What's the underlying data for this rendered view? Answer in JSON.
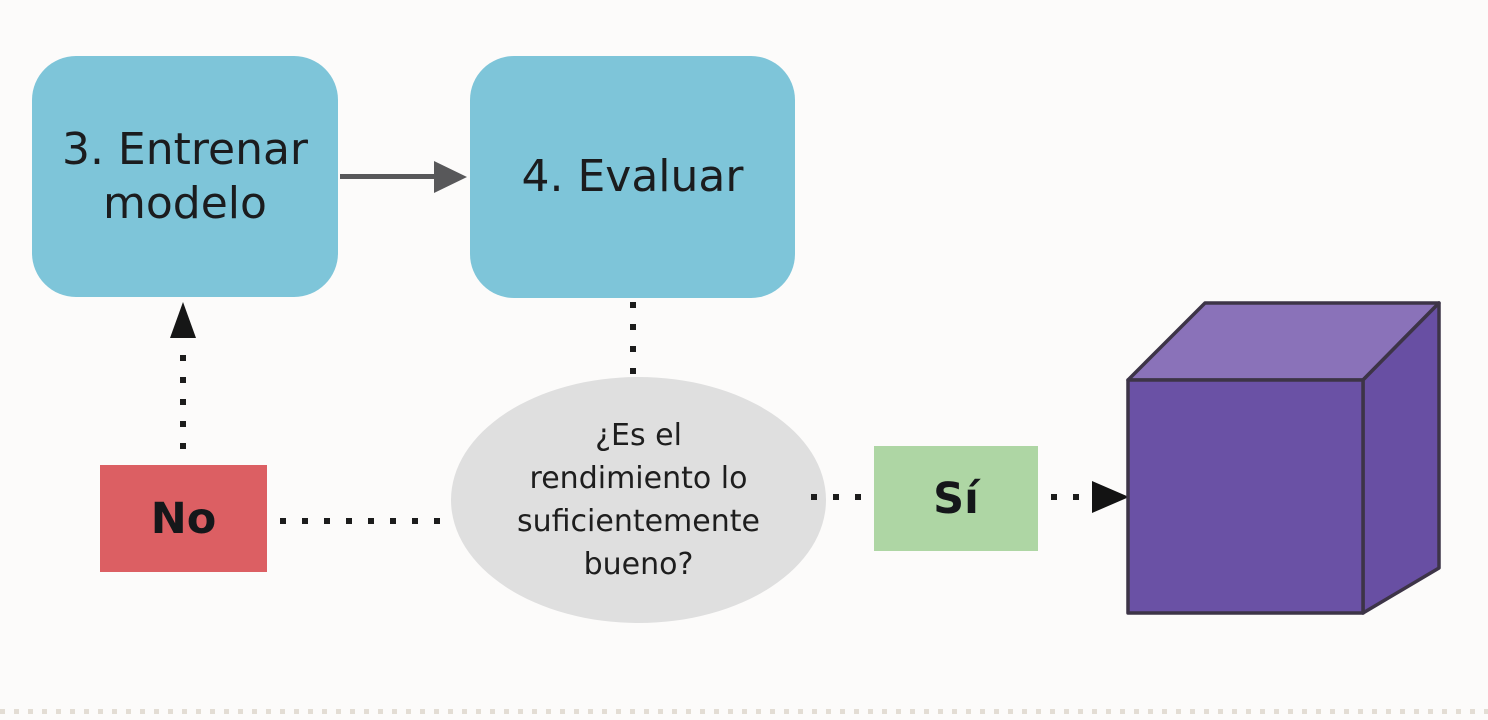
{
  "palette": {
    "background": "#fcfbfa",
    "process_fill": "#7ec5d9",
    "decision_fill": "#dfdfdf",
    "no_fill": "#dc5f63",
    "yes_fill": "#aed6a4",
    "cube_front": "#6a51a5",
    "cube_top": "#8a72b9",
    "cube_right": "#684fa3",
    "cube_edge": "#3d3447",
    "solid_arrow": "#58585a",
    "dotted_connector": "#1c1c1c",
    "text": "#1b1c1e"
  },
  "nodes": {
    "train": {
      "lines": [
        "3. Entrenar",
        "modelo"
      ]
    },
    "evaluate": {
      "label": "4. Evaluar"
    },
    "decision": {
      "lines": [
        "¿Es el",
        "rendimiento lo",
        "suficientemente",
        "bueno?"
      ]
    },
    "no": {
      "label": "No"
    },
    "yes": {
      "label": "Sí"
    }
  },
  "icons": {
    "flow_arrow_right": "solid right-pointing triangle",
    "flow_arrow_up": "solid up-pointing triangle",
    "model_cube": "purple 3D cube"
  }
}
